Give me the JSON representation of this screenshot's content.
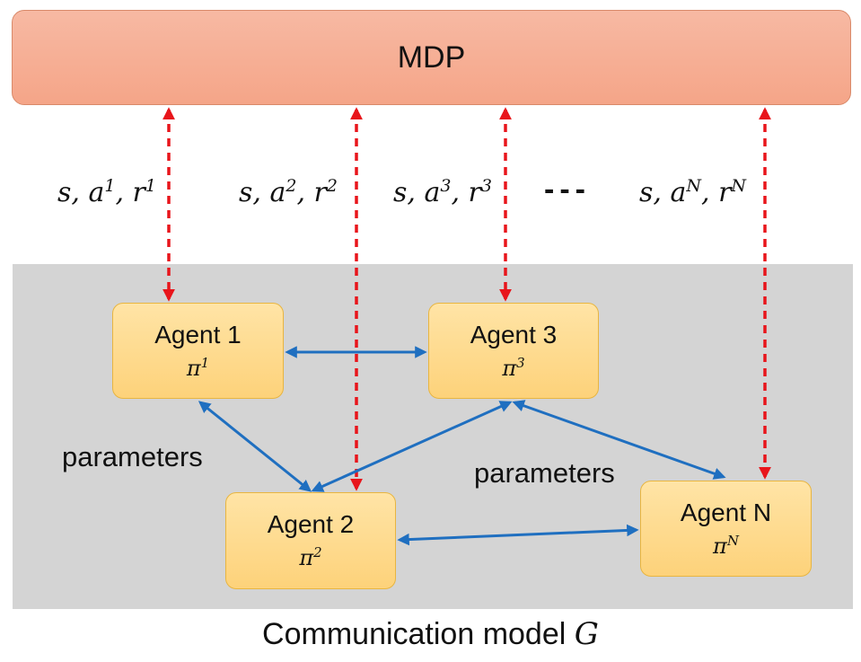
{
  "mdp": {
    "label": "MDP"
  },
  "transitions": [
    {
      "state": "s",
      "action": "a",
      "reward": "r",
      "index": "1"
    },
    {
      "state": "s",
      "action": "a",
      "reward": "r",
      "index": "2"
    },
    {
      "state": "s",
      "action": "a",
      "reward": "r",
      "index": "3"
    },
    {
      "state": "s",
      "action": "a",
      "reward": "r",
      "index": "N"
    }
  ],
  "ellipsis": "---",
  "agents": [
    {
      "name": "Agent 1",
      "policy": "π",
      "index": "1"
    },
    {
      "name": "Agent 2",
      "policy": "π",
      "index": "2"
    },
    {
      "name": "Agent 3",
      "policy": "π",
      "index": "3"
    },
    {
      "name": "Agent N",
      "policy": "π",
      "index": "N"
    }
  ],
  "edge_labels": [
    "parameters",
    "parameters"
  ],
  "caption": {
    "text": "Communication model",
    "symbol": "G"
  },
  "colors": {
    "mdp_fill": "#f5a588",
    "agent_fill": "#fdd27a",
    "region_fill": "#d4d4d4",
    "mdp_link": "#e8151b",
    "agent_link": "#1f6fc0"
  }
}
